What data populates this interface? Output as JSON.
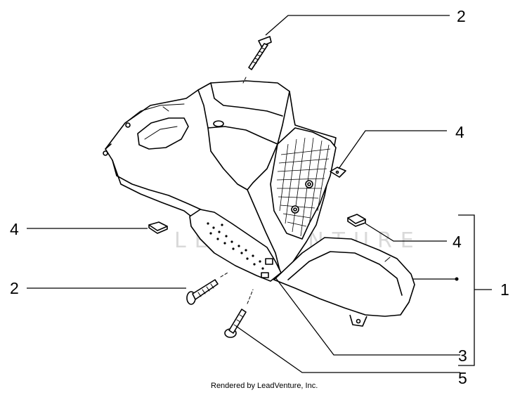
{
  "diagram": {
    "callouts": [
      {
        "id": "c-2-top",
        "label": "2"
      },
      {
        "id": "c-4-upper-right",
        "label": "4"
      },
      {
        "id": "c-4-left",
        "label": "4"
      },
      {
        "id": "c-4-right",
        "label": "4"
      },
      {
        "id": "c-1",
        "label": "1"
      },
      {
        "id": "c-2-left",
        "label": "2"
      },
      {
        "id": "c-3",
        "label": "3"
      },
      {
        "id": "c-5",
        "label": "5"
      }
    ],
    "watermark": "LEADVENTURE",
    "footer": "Rendered by LeadVenture, Inc."
  }
}
